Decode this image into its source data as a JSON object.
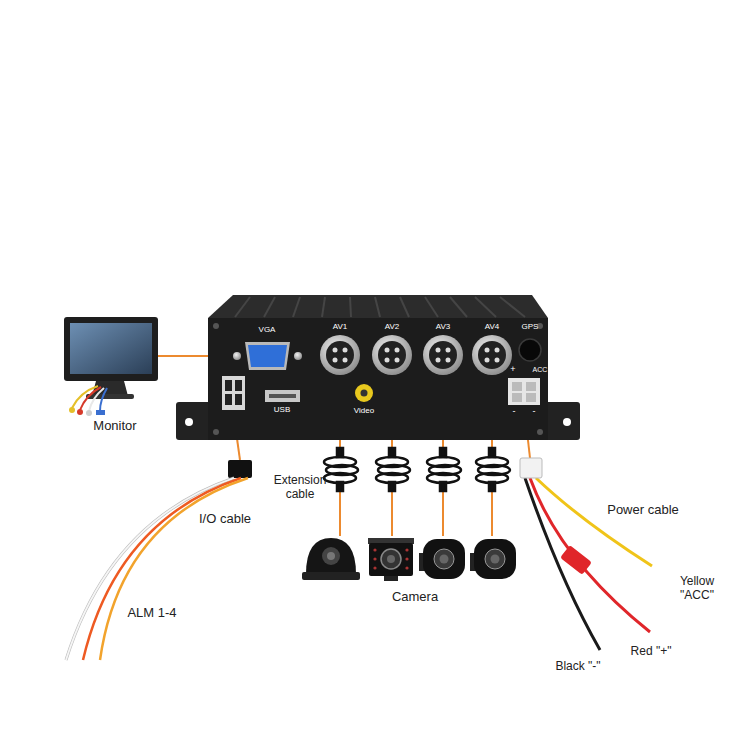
{
  "diagram": {
    "labels": [
      "VGA",
      "AV1",
      "AV2",
      "AV3",
      "AV4",
      "GPS",
      "USB",
      "Video",
      "+",
      "ACC",
      "-",
      "-",
      "Monitor",
      "I/O cable",
      "Extension cable",
      "Camera",
      "Power cable",
      "ALM 1-4",
      "Yellow \"ACC\"",
      "Red \"+\"",
      "Black \"-\""
    ]
  }
}
